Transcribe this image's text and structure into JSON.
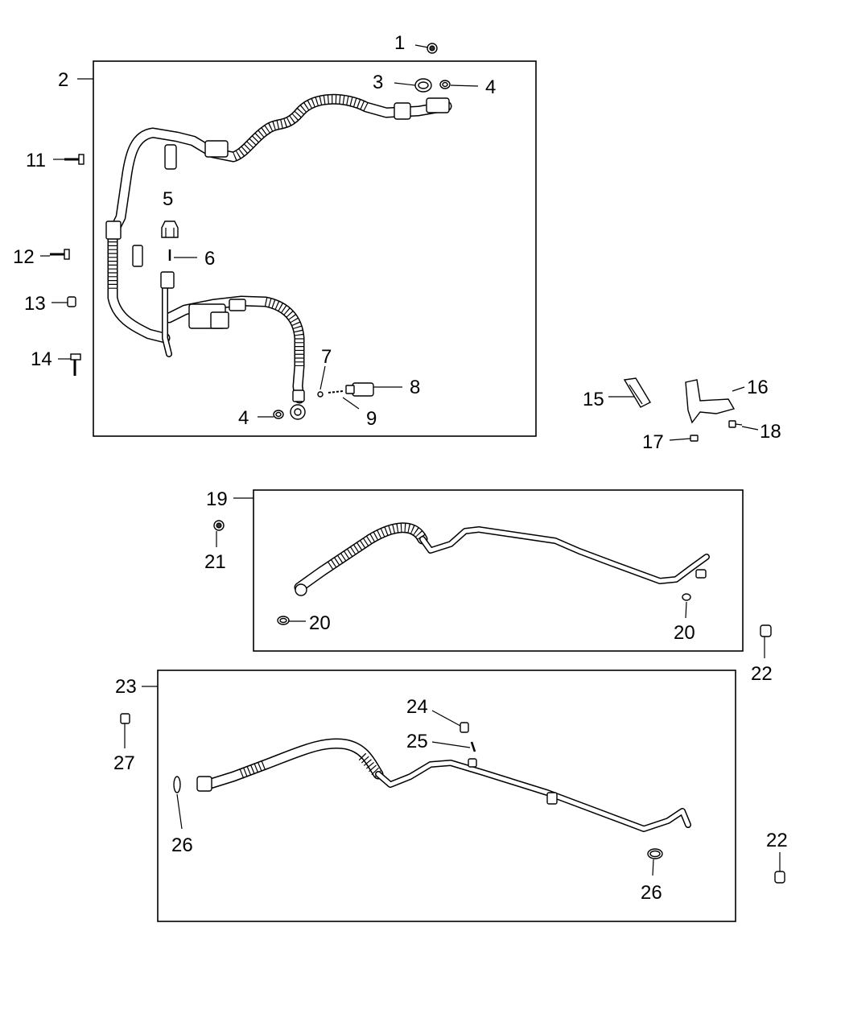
{
  "callouts": {
    "c1": "1",
    "c2": "2",
    "c3": "3",
    "c4a": "4",
    "c4b": "4",
    "c5": "5",
    "c6": "6",
    "c7": "7",
    "c8": "8",
    "c9": "9",
    "c11": "11",
    "c12": "12",
    "c13": "13",
    "c14": "14",
    "c15": "15",
    "c16": "16",
    "c17": "17",
    "c18": "18",
    "c19": "19",
    "c20a": "20",
    "c20b": "20",
    "c21": "21",
    "c22a": "22",
    "c22b": "22",
    "c23": "23",
    "c24": "24",
    "c25": "25",
    "c26a": "26",
    "c26b": "26",
    "c27": "27"
  }
}
